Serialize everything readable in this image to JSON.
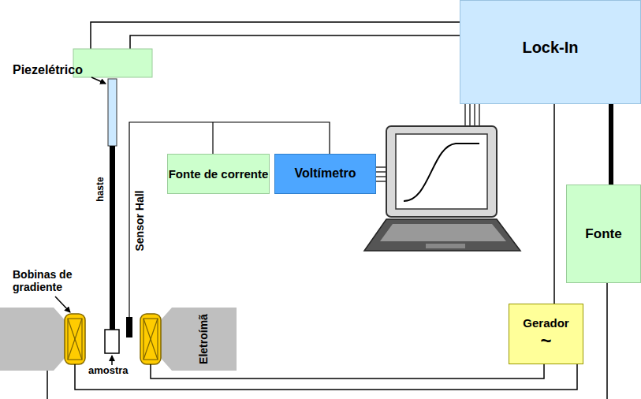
{
  "diagram": {
    "nodes": [
      {
        "text": [
          "Lock-In"
        ]
      },
      {
        "text": [
          "Fonte de corrente"
        ]
      },
      {
        "text": [
          "Voltímetro"
        ]
      },
      {
        "text": [
          "Fonte"
        ]
      },
      {
        "text": [
          "Gerador",
          "~"
        ]
      }
    ],
    "edges": [
      {
        "from": 0,
        "to": 4,
        "arrow": "none"
      },
      {
        "from": 0,
        "to": 3,
        "arrow": "none"
      }
    ],
    "labels": [
      "Piezelétrico",
      "haste",
      "Sensor Hall",
      "Bobinas de gradiente",
      "amostra",
      "Eletroímã"
    ]
  }
}
